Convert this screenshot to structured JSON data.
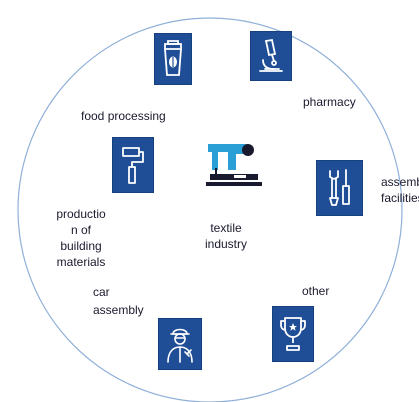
{
  "colors": {
    "tile_fill": "#1f4e96",
    "ring_stroke": "#8fb0d8",
    "label_text": "#1a1a2e",
    "machine_accent": "#2a9fd6"
  },
  "center": {
    "icon": "sewing-machine-icon",
    "label_line1": "textile",
    "label_line2": "industry"
  },
  "segments": [
    {
      "key": "food",
      "icon": "coffee-cup-icon",
      "lines": [
        "food processing"
      ]
    },
    {
      "key": "pharmacy",
      "icon": "microscope-icon",
      "lines": [
        "pharmacy"
      ]
    },
    {
      "key": "assembly",
      "icon": "wrench-screwdriver-icon",
      "lines": [
        "assembly",
        "facilities"
      ]
    },
    {
      "key": "other",
      "icon": "trophy-icon",
      "lines": [
        "other"
      ]
    },
    {
      "key": "car",
      "icon": "engineer-icon",
      "lines": [
        "car",
        "assembly"
      ]
    },
    {
      "key": "building",
      "icon": "paint-roller-icon",
      "lines": [
        "productio",
        "n of",
        "building",
        "materials"
      ]
    }
  ]
}
